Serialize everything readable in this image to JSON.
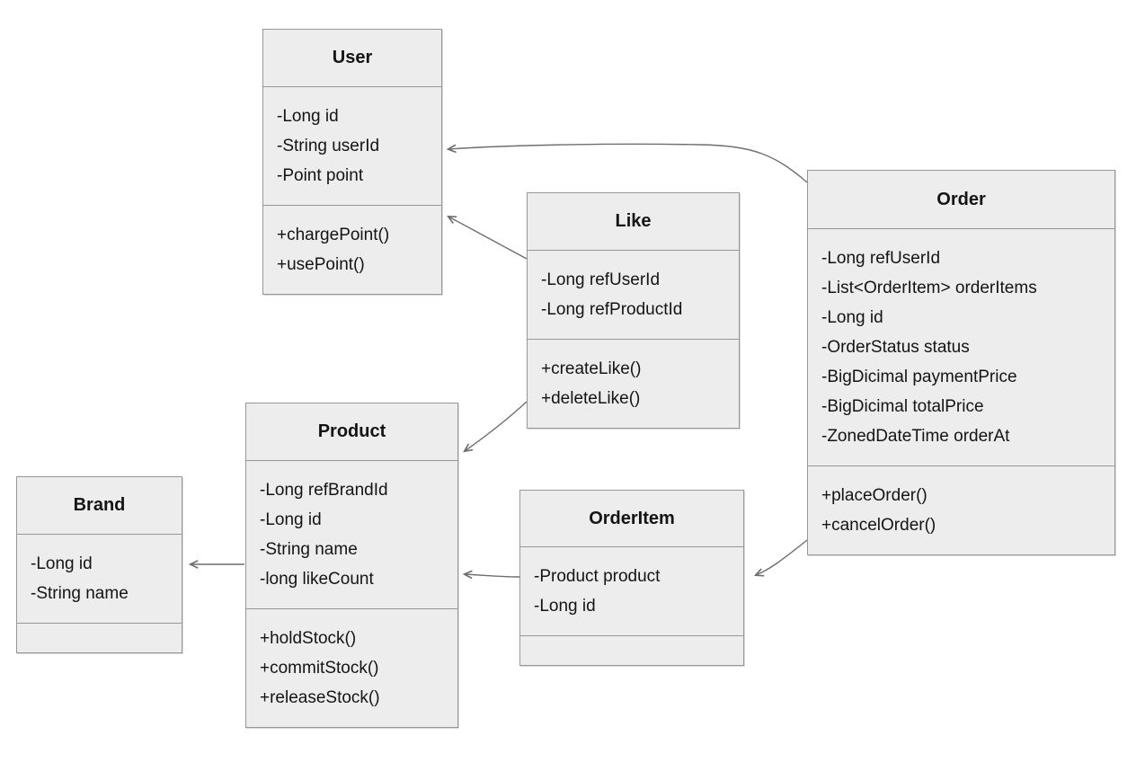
{
  "diagram": {
    "type": "uml-class-diagram",
    "colors": {
      "box_fill": "#ededed",
      "box_border": "#979797",
      "arrow": "#6e6e6e",
      "text": "#141414",
      "background": "#ffffff"
    },
    "classes": [
      {
        "id": "user",
        "name": "User",
        "attributes": [
          "-Long id",
          "-String userId",
          "-Point point"
        ],
        "methods": [
          "+chargePoint()",
          "+usePoint()"
        ]
      },
      {
        "id": "like",
        "name": "Like",
        "attributes": [
          "-Long refUserId",
          "-Long refProductId"
        ],
        "methods": [
          "+createLike()",
          "+deleteLike()"
        ]
      },
      {
        "id": "order",
        "name": "Order",
        "attributes": [
          "-Long refUserId",
          "-List<OrderItem> orderItems",
          "-Long id",
          "-OrderStatus status",
          "-BigDicimal paymentPrice",
          "-BigDicimal totalPrice",
          "-ZonedDateTime orderAt"
        ],
        "methods": [
          "+placeOrder()",
          "+cancelOrder()"
        ]
      },
      {
        "id": "product",
        "name": "Product",
        "attributes": [
          "-Long refBrandId",
          "-Long id",
          "-String name",
          "-long likeCount"
        ],
        "methods": [
          "+holdStock()",
          "+commitStock()",
          "+releaseStock()"
        ]
      },
      {
        "id": "brand",
        "name": "Brand",
        "attributes": [
          "-Long id",
          "-String name"
        ],
        "methods": []
      },
      {
        "id": "orderitem",
        "name": "OrderItem",
        "attributes": [
          "-Product product",
          "-Long id"
        ],
        "methods": []
      }
    ],
    "relations": [
      {
        "from": "Order",
        "to": "User"
      },
      {
        "from": "Like",
        "to": "User"
      },
      {
        "from": "Like",
        "to": "Product"
      },
      {
        "from": "OrderItem",
        "to": "Product"
      },
      {
        "from": "Order",
        "to": "OrderItem"
      },
      {
        "from": "Product",
        "to": "Brand"
      }
    ]
  }
}
